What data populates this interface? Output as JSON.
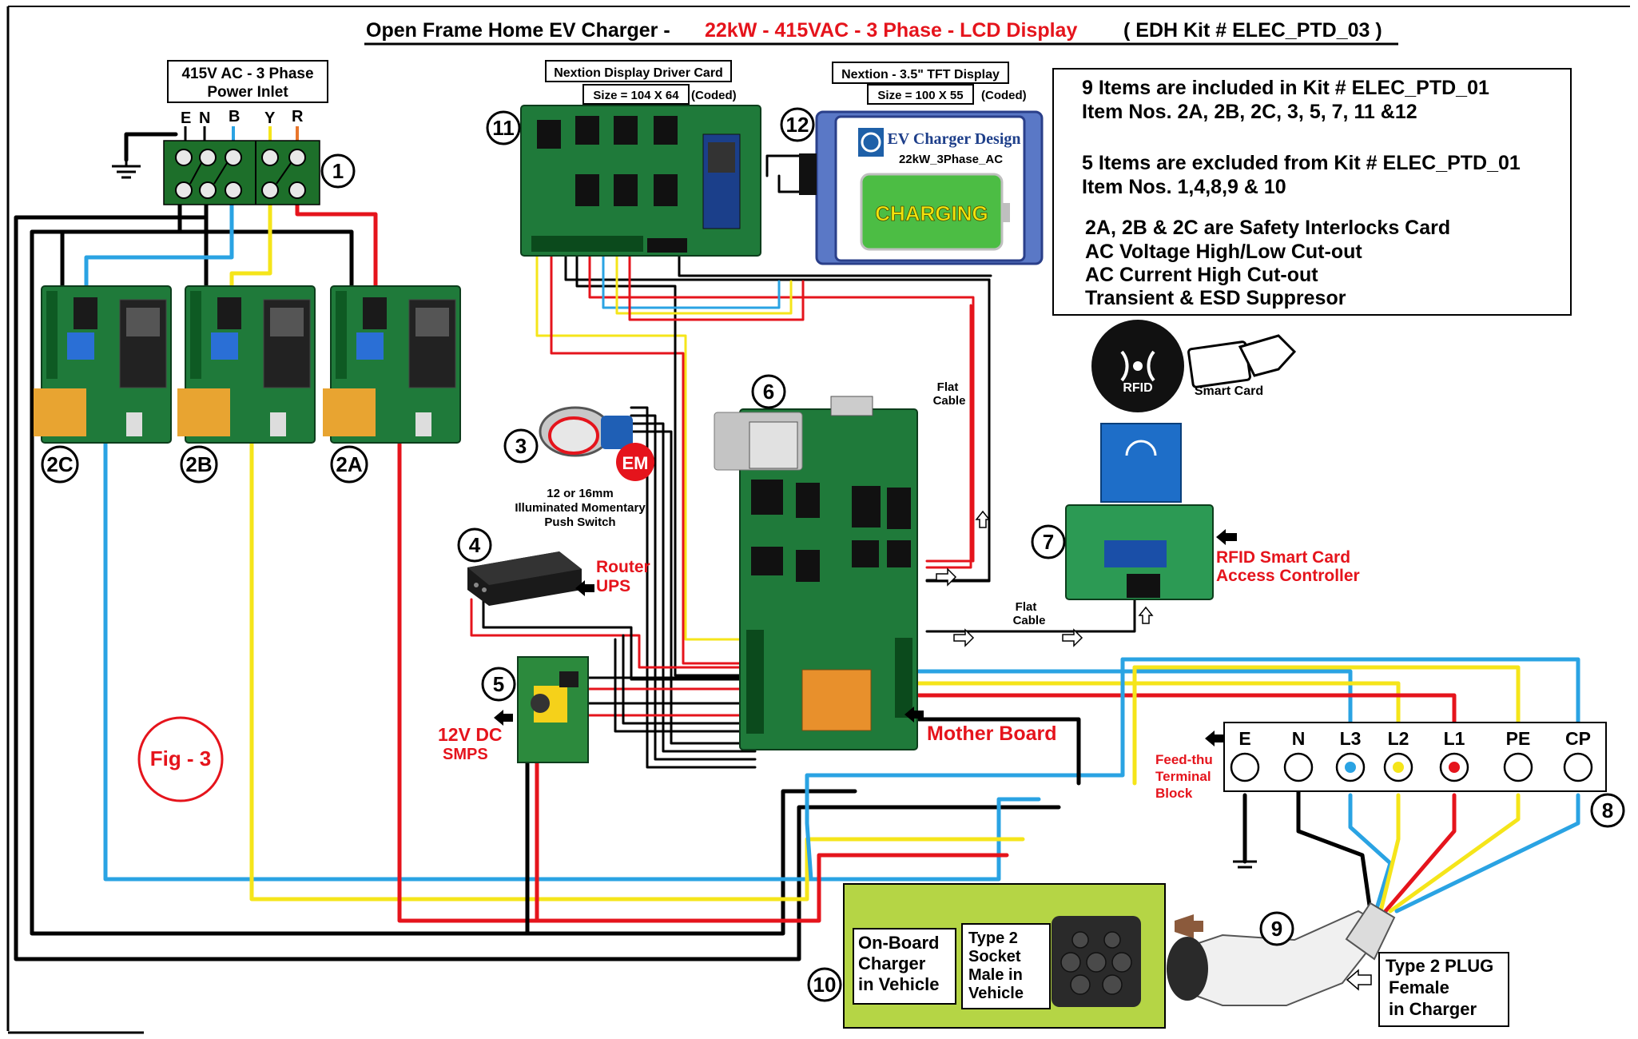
{
  "title": {
    "left": "Open Frame Home EV Charger -",
    "mid": "22kW - 415VAC - 3 Phase  -  LCD Display",
    "right": "( EDH Kit # ELEC_PTD_03 )"
  },
  "power_inlet": {
    "title": "415V AC - 3 Phase",
    "subtitle": "Power Inlet",
    "terminals": [
      "E",
      "N",
      "B",
      "Y",
      "R"
    ]
  },
  "modules": {
    "m1": "1",
    "m2a": "2A",
    "m2b": "2B",
    "m2c": "2C",
    "m3": "3",
    "m4": "4",
    "m5": "5",
    "m6": "6",
    "m7": "7",
    "m8": "8",
    "m9": "9",
    "m10": "10",
    "m11": "11",
    "m12": "12"
  },
  "display_driver": {
    "title": "Nextion Display Driver Card",
    "size": "Size = 104 X 64",
    "coded": "(Coded)"
  },
  "tft": {
    "title": "Nextion - 3.5\" TFT Display",
    "size": "Size = 100 X 55",
    "coded": "(Coded)",
    "brand": "EV Charger Design",
    "model": "22kW_3Phase_AC",
    "status": "CHARGING"
  },
  "info": {
    "line1": "9 Items are included in Kit # ELEC_PTD_01",
    "line2": "Item Nos. 2A, 2B, 2C, 3, 5, 7, 11 &12",
    "line3": "5 Items are excluded from Kit # ELEC_PTD_01",
    "line4": "Item Nos. 1,4,8,9 & 10",
    "line5": "2A, 2B & 2C are Safety Interlocks Card",
    "line6": "AC Voltage High/Low Cut-out",
    "line7": "AC Current High Cut-out",
    "line8": "Transient & ESD Suppresor"
  },
  "rfid": {
    "badge": "RFID",
    "card": "Smart Card",
    "controller_1": "RFID Smart Card",
    "controller_2": "Access Controller"
  },
  "switch": {
    "badge": "EM",
    "l1": "12 or 16mm",
    "l2": "Illuminated Momentary",
    "l3": "Push Switch"
  },
  "router": {
    "l1": "Router",
    "l2": "UPS"
  },
  "smps": {
    "l1": "12V DC",
    "l2": "SMPS"
  },
  "motherboard": "Mother Board",
  "flat_cable": {
    "a": "Flat",
    "b": "Cable"
  },
  "fig": "Fig - 3",
  "feed_thru": {
    "l1": "Feed-thu",
    "l2": "Terminal",
    "l3": "Block",
    "terminals": [
      "E",
      "N",
      "L3",
      "L2",
      "L1",
      "PE",
      "CP"
    ]
  },
  "onboard": {
    "l1": "On-Board",
    "l2": "Charger",
    "l3": "in Vehicle"
  },
  "socket": {
    "l1": "Type 2",
    "l2": "Socket",
    "l3": "Male in",
    "l4": "Vehicle"
  },
  "plug": {
    "l1": "Type 2 PLUG",
    "l2": "Female",
    "l3": "in Charger"
  },
  "colors": {
    "red": "#e5141c",
    "yellow": "#f5e51a",
    "blue": "#2aa3e3",
    "black": "#000000",
    "pcb": "#1f7a3a",
    "accent_text": "#e5141c"
  }
}
